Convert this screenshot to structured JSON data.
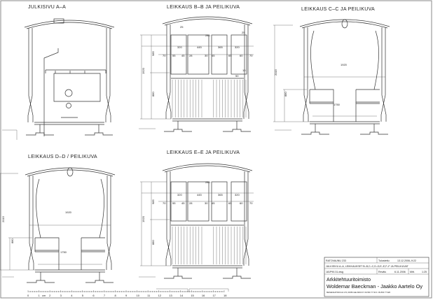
{
  "sections": [
    {
      "id": "aa",
      "title": "JULKISIVU A–A"
    },
    {
      "id": "bb",
      "title": "LEIKKAUS B–B JA PEILIKUVA"
    },
    {
      "id": "cc",
      "title": "LEIKKAUS C–C JA PEILIKUVA"
    },
    {
      "id": "dd",
      "title": "LEIKKAUS D–D / PEILIKUVA"
    },
    {
      "id": "ee",
      "title": "LEIKKAUS E–E JA PEILIKUVA"
    }
  ],
  "dims_bb": {
    "top_row": [
      "320",
      "445",
      "365",
      "320"
    ],
    "mid_row": [
      "70",
      "55",
      "45",
      "28",
      "30",
      "45",
      "65",
      "60",
      "70"
    ],
    "overall_height": "1920",
    "upper_height": "985",
    "lower_height": "880",
    "window_top": "280",
    "roof_top": "25",
    "roof_right": "25",
    "small_a": "10",
    "small_b": "50"
  },
  "dims_ee": {
    "top_row": [
      "320",
      "445",
      "365",
      "320"
    ],
    "mid_row": [
      "70",
      "55",
      "45",
      "28",
      "30",
      "45",
      "65",
      "60",
      "70"
    ],
    "overall_height": "1920",
    "upper_height": "985",
    "lower_height": "880",
    "window_top": "280"
  },
  "dims_cc": {
    "height": "2015",
    "seat_height": "880",
    "width_upper": "1920",
    "width_lower": "1750"
  },
  "dims_dd": {
    "height": "2015",
    "seat_height": "880",
    "width_upper": "1920",
    "width_lower": "1750"
  },
  "scale_bar": {
    "labels": [
      "0",
      "1",
      "2",
      "3",
      "4",
      "5",
      "6",
      "7",
      "8",
      "9",
      "10",
      "11",
      "12",
      "13",
      "14",
      "15",
      "16",
      "17",
      "18"
    ],
    "unit": "cm"
  },
  "title_block": {
    "project": "RATOVAUNU 233",
    "printed_label": "Tulostettu",
    "printed_value": "13.12.2006–9:22",
    "description": "JULKISIVU A–A, LEIKKAUKSET B–B,C–C,D–D,E–E,F–F JA PEILIKUVAT",
    "file": "181P90.31.dwg",
    "revised_label": "Reväis",
    "revised_value": "6.11.2006",
    "scale_label": "Mitt.",
    "scale_value": "1:25",
    "firm_line1": "Arkkitehtuuritoimisto",
    "firm_line2": "Woldemar Baeckman - Jaakko Aartelo Oy",
    "address": "MESENAATINKUJA 2 B, 00350 HELSINKI   P. 09-560 77 90   F. 09-560 77 920"
  }
}
